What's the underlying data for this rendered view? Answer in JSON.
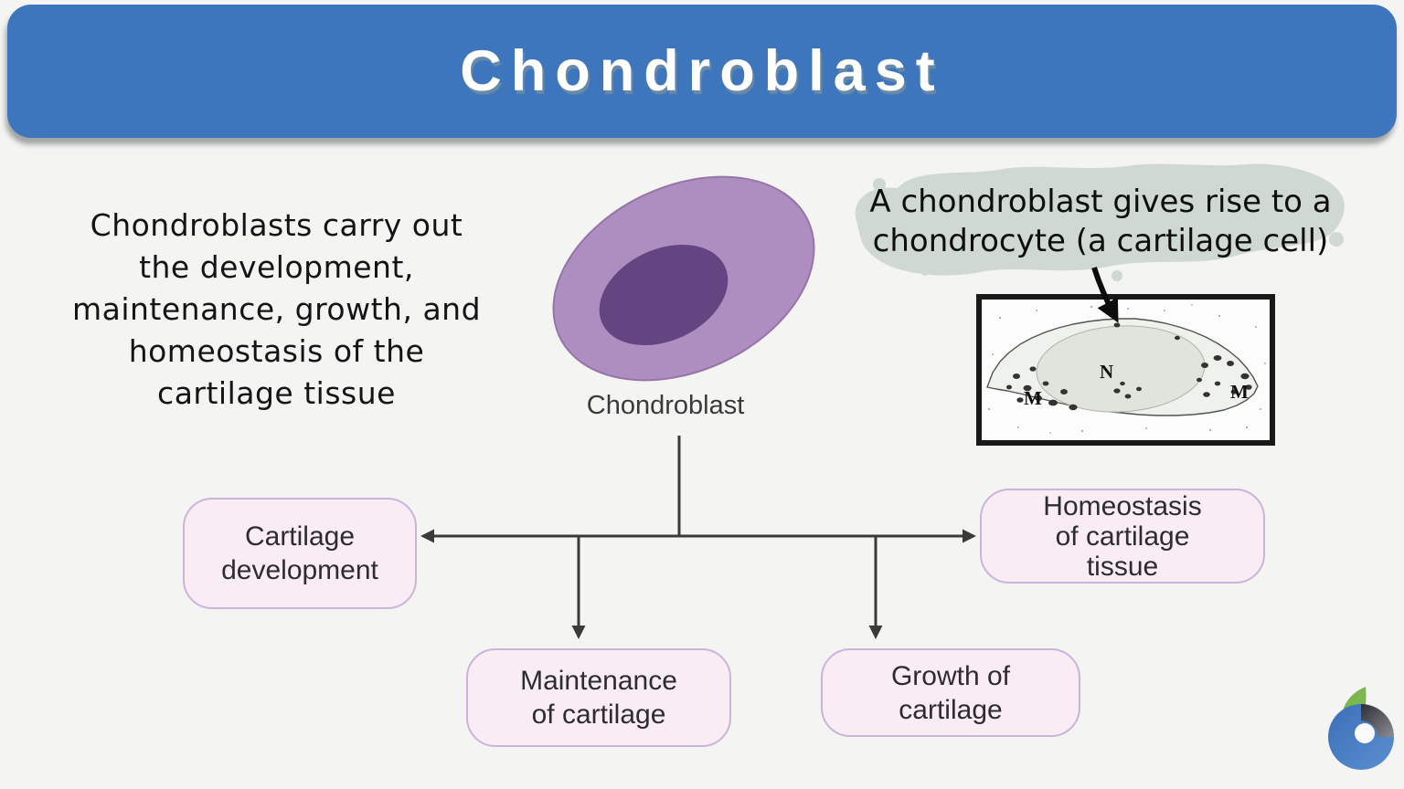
{
  "banner": {
    "title": "Chondroblast"
  },
  "left_note": {
    "lines": [
      "Chondroblasts carry out",
      "the development,",
      "maintenance, growth, and",
      "homeostasis of the",
      "cartilage tissue"
    ]
  },
  "cell_figure": {
    "label": "Chondroblast"
  },
  "callout": {
    "lines": [
      "A chondroblast gives rise to a",
      "chondrocyte (a cartilage cell)"
    ]
  },
  "micrograph": {
    "nucleus_label": "N",
    "mitochondria_left_label": "M",
    "mitochondria_right_label": "M"
  },
  "flowchart": {
    "boxes": [
      {
        "id": "cartilage-development",
        "lines": [
          "Cartilage",
          "development"
        ]
      },
      {
        "id": "maintenance-of-cartilage",
        "lines": [
          "Maintenance",
          "of cartilage"
        ]
      },
      {
        "id": "growth-of-cartilage",
        "lines": [
          "Growth of",
          "cartilage"
        ]
      },
      {
        "id": "homeostasis-of-cartilage-tissue",
        "lines": [
          "Homeostasis",
          "of cartilage",
          "tissue"
        ]
      }
    ]
  },
  "colors": {
    "banner_blue": "#3e76be",
    "box_pink": "#f9ecf5",
    "box_border": "#c9b4da",
    "cell_outer": "#ae8dc1",
    "cell_nucleus": "#654482",
    "highlight_green_gray": "#cfd9d2",
    "connector": "#3a3a3a",
    "logo_green": "#7cb64f",
    "logo_blue": "#4176bf",
    "logo_dark": "#45454d"
  }
}
